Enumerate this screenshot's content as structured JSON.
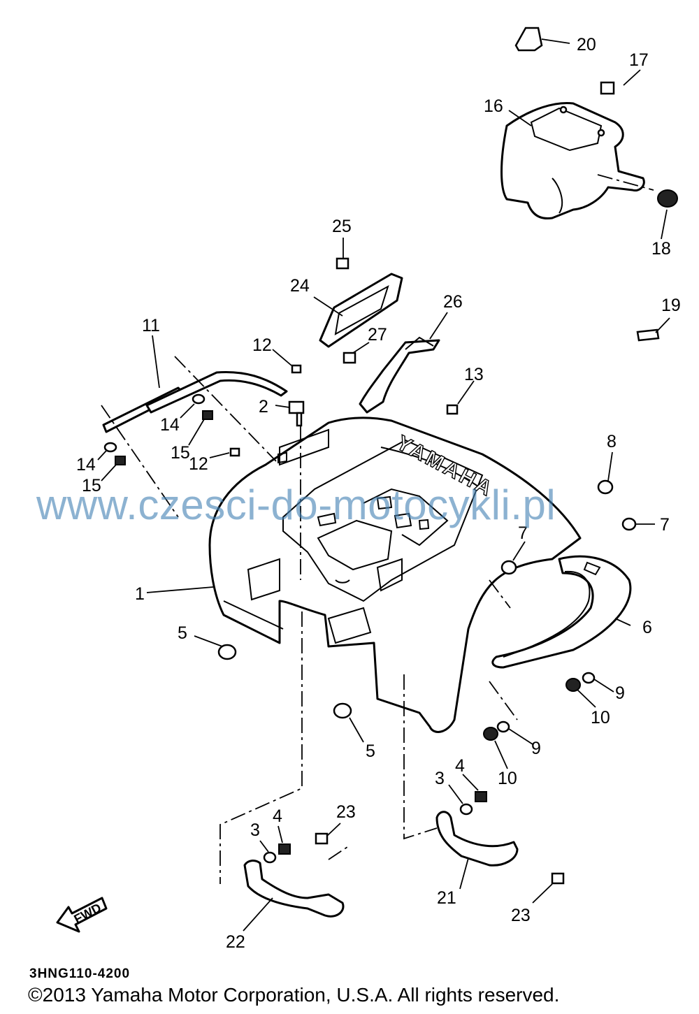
{
  "diagram": {
    "callouts": {
      "p1": "1",
      "p2": "2",
      "p3a": "3",
      "p3b": "3",
      "p4a": "4",
      "p4b": "4",
      "p5a": "5",
      "p5b": "5",
      "p6": "6",
      "p7a": "7",
      "p7b": "7",
      "p8": "8",
      "p9a": "9",
      "p9b": "9",
      "p10a": "10",
      "p10b": "10",
      "p11": "11",
      "p12a": "12",
      "p12b": "12",
      "p13": "13",
      "p14a": "14",
      "p14b": "14",
      "p15a": "15",
      "p15b": "15",
      "p16": "16",
      "p17": "17",
      "p18": "18",
      "p19": "19",
      "p20": "20",
      "p21": "21",
      "p22": "22",
      "p23a": "23",
      "p23b": "23",
      "p24": "24",
      "p25": "25",
      "p26": "26",
      "p27": "27"
    },
    "embossed_brand": "YAMAHA",
    "fwd_arrow": "FWD"
  },
  "watermark": "www.czesci-do-motocykli.pl",
  "drawing_code": "3HNG110-4200",
  "copyright": "©2013 Yamaha Motor Corporation, U.S.A. All rights reserved.",
  "colors": {
    "line": "#000000",
    "background": "#ffffff",
    "watermark": "#4682b4"
  }
}
